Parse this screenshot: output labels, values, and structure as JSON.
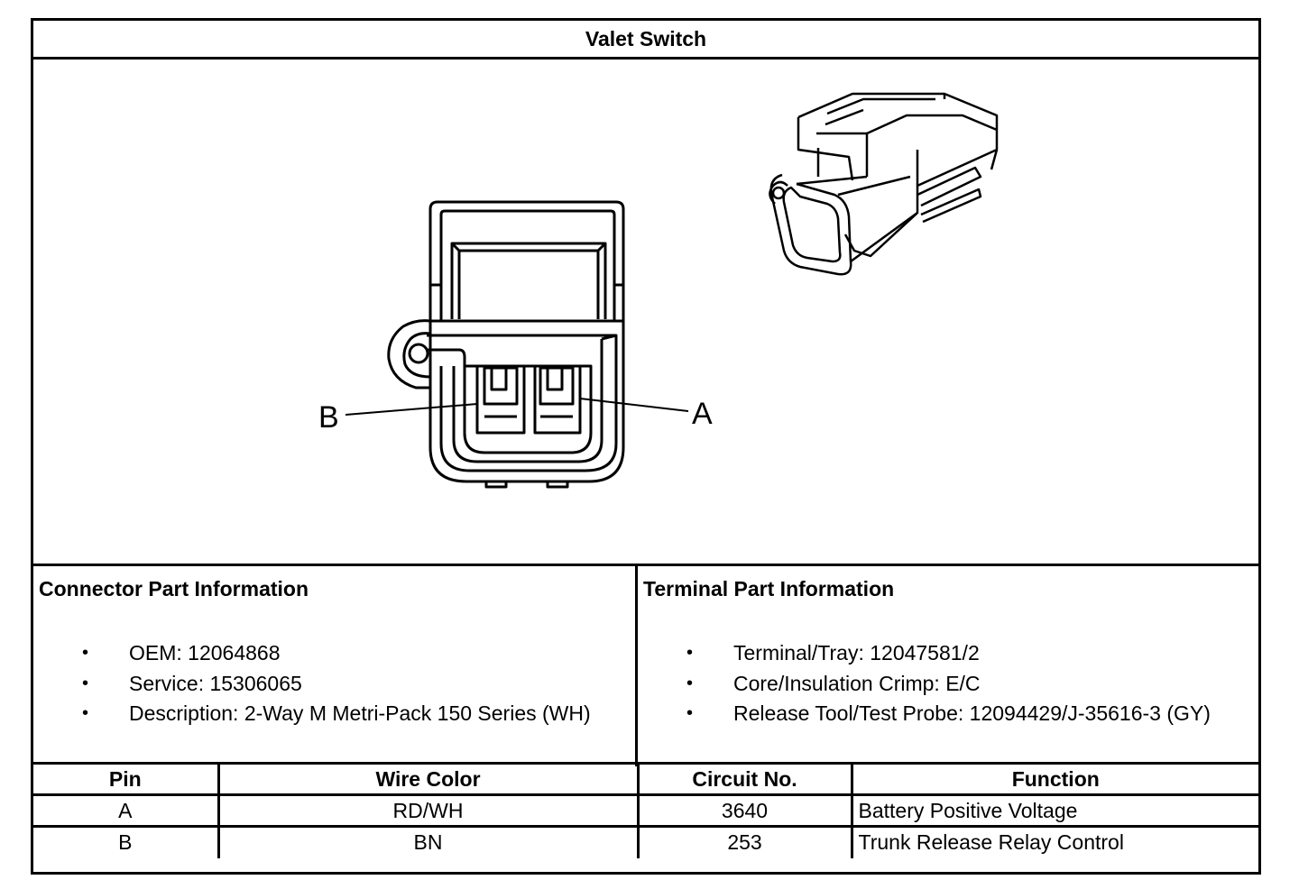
{
  "title": "Valet Switch",
  "diagram": {
    "pin_labels": [
      "B",
      "A"
    ],
    "front_view_icon": "connector-face-view",
    "iso_view_icon": "connector-isometric-view"
  },
  "connector_info": {
    "heading": "Connector Part Information",
    "items": [
      "OEM: 12064868",
      "Service: 15306065",
      "Description: 2-Way M Metri-Pack 150 Series (WH)"
    ]
  },
  "terminal_info": {
    "heading": "Terminal Part Information",
    "items": [
      "Terminal/Tray: 12047581/2",
      "Core/Insulation Crimp: E/C",
      "Release Tool/Test Probe: 12094429/J-35616-3 (GY)"
    ]
  },
  "bullet_char": "•",
  "table": {
    "headers": [
      "Pin",
      "Wire Color",
      "Circuit No.",
      "Function"
    ],
    "rows": [
      [
        "A",
        "RD/WH",
        "3640",
        "Battery Positive Voltage"
      ],
      [
        "B",
        "BN",
        "253",
        "Trunk Release Relay Control"
      ]
    ]
  }
}
